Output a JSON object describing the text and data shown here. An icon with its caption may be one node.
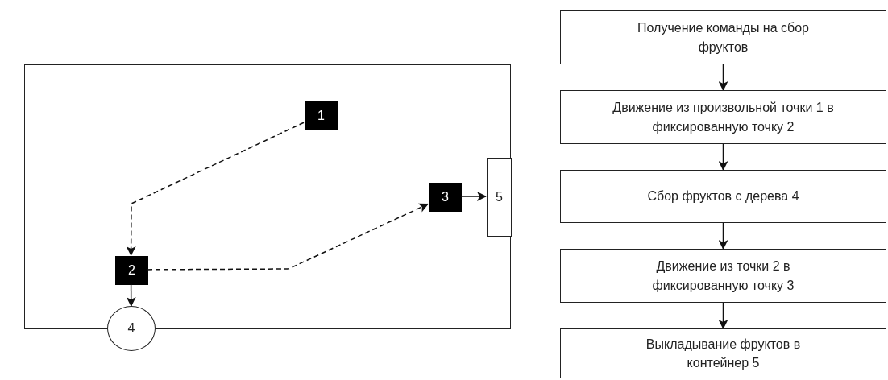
{
  "diagram": {
    "nodes": [
      {
        "text": [],
        "shape": "box"
      },
      {
        "text": [
          "1"
        ],
        "in": 0
      },
      {
        "text": [
          "2"
        ],
        "in": 0
      },
      {
        "text": [
          "3"
        ],
        "in": 0
      },
      {
        "text": [
          "4"
        ]
      },
      {
        "text": [
          "5"
        ],
        "in": 0
      },
      {
        "text": [
          "Получение команды на сбор фруктов"
        ]
      },
      {
        "text": [
          "Движение из произвольной точки 1 в фиксированную точку 2"
        ]
      },
      {
        "text": [
          "Сбор фруктов с дерева 4"
        ]
      },
      {
        "text": [
          "Движение из точки 2 в фиксированную точку 3"
        ]
      },
      {
        "text": [
          "Выкладывание фруктов в контейнер 5"
        ]
      }
    ],
    "edges": [
      {
        "from": 1,
        "to": 2,
        "arrow": "to",
        "style": "dashed"
      },
      {
        "from": 2,
        "to": 3,
        "arrow": "to",
        "style": "dashed"
      },
      {
        "from": 3,
        "to": 5,
        "arrow": "to"
      },
      {
        "from": 2,
        "to": 4,
        "arrow": "to"
      },
      {
        "from": 6,
        "to": 7,
        "arrow": "to"
      },
      {
        "from": 7,
        "to": 8,
        "arrow": "to"
      },
      {
        "from": 8,
        "to": 9,
        "arrow": "to"
      },
      {
        "from": 9,
        "to": 10,
        "arrow": "to"
      }
    ]
  }
}
